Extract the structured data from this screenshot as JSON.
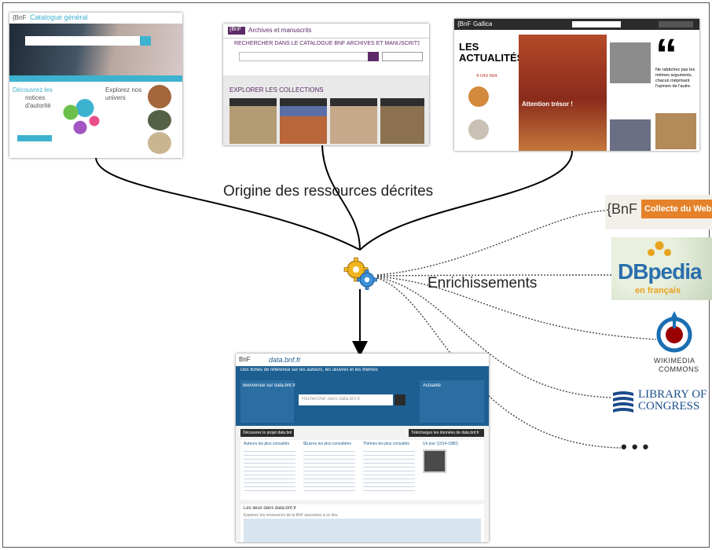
{
  "diagram": {
    "label_origin": "Origine des ressources décrites",
    "label_enrich": "Enrichissements",
    "ellipsis": "• • •"
  },
  "sources": {
    "catalogue": {
      "logo": "{BnF",
      "title": "Catalogue général",
      "left_heading_1": "Découvrez les",
      "left_heading_2": "notices",
      "left_heading_3": "d'autorité",
      "right_heading_1": "Explorez nos",
      "right_heading_2": "univers"
    },
    "archives": {
      "logo": "{BnF",
      "title": "Archives et manuscrits",
      "search_heading": "RECHERCHER DANS LE CATALOGUE BNF ARCHIVES ET MANUSCRITS",
      "explore_heading": "EXPLORER LES COLLECTIONS"
    },
    "gallica": {
      "logo": "{BnF",
      "title": "Gallica",
      "heading_1": "LES",
      "heading_2": "ACTUALITÉS",
      "count": "4 043 684",
      "caption": "Attention trésor !",
      "quote_mark": "“",
      "quote": "Ne rabâchez pas les mêmes arguments, chacun méprisant l'opinion de l'autre."
    }
  },
  "enrichments": {
    "web": {
      "logo": "{BnF",
      "title": "Collecte du Web"
    },
    "dbpedia": {
      "title": "DBpedia",
      "subtitle": "en français"
    },
    "wikimedia": {
      "line1": "WIKIMEDIA",
      "line2": "COMMONS"
    },
    "loc": {
      "line1": "LIBRARY OF",
      "line2": "CONGRESS"
    }
  },
  "databnf": {
    "logo": "BnF",
    "site": "data.bnf.fr",
    "banner": "Des fiches de référence sur les auteurs, les œuvres et les thèmes",
    "welcome": "Bienvenue sur data.bnf.fr",
    "search_placeholder": "Rechercher dans data.bnf.fr",
    "news": "Actualité",
    "discover_button": "Découvrez le projet data.bnf.fr",
    "download_button": "Téléchargez les données de data.bnf.fr",
    "col1": "Auteurs les plus consultés",
    "col2": "Œuvres les plus consultées",
    "col3": "Thèmes les plus consultés",
    "col4": "Un jour (1914-1980)",
    "map_title": "Les lieux dans data.bnf.fr",
    "map_subtitle": "Explorez les ressources de la BnF associées à ce lieu"
  },
  "colors": {
    "catalogue_accent": "#3db2cf",
    "archives_accent": "#5c2a66",
    "gallica_accent": "#2b2b2b",
    "databnf_blue": "#1d5f91",
    "web_orange": "#e5822a",
    "loc_blue": "#1b4c8a",
    "wikimedia_red": "#9a0000",
    "wikimedia_blue": "#1a6fb3"
  }
}
